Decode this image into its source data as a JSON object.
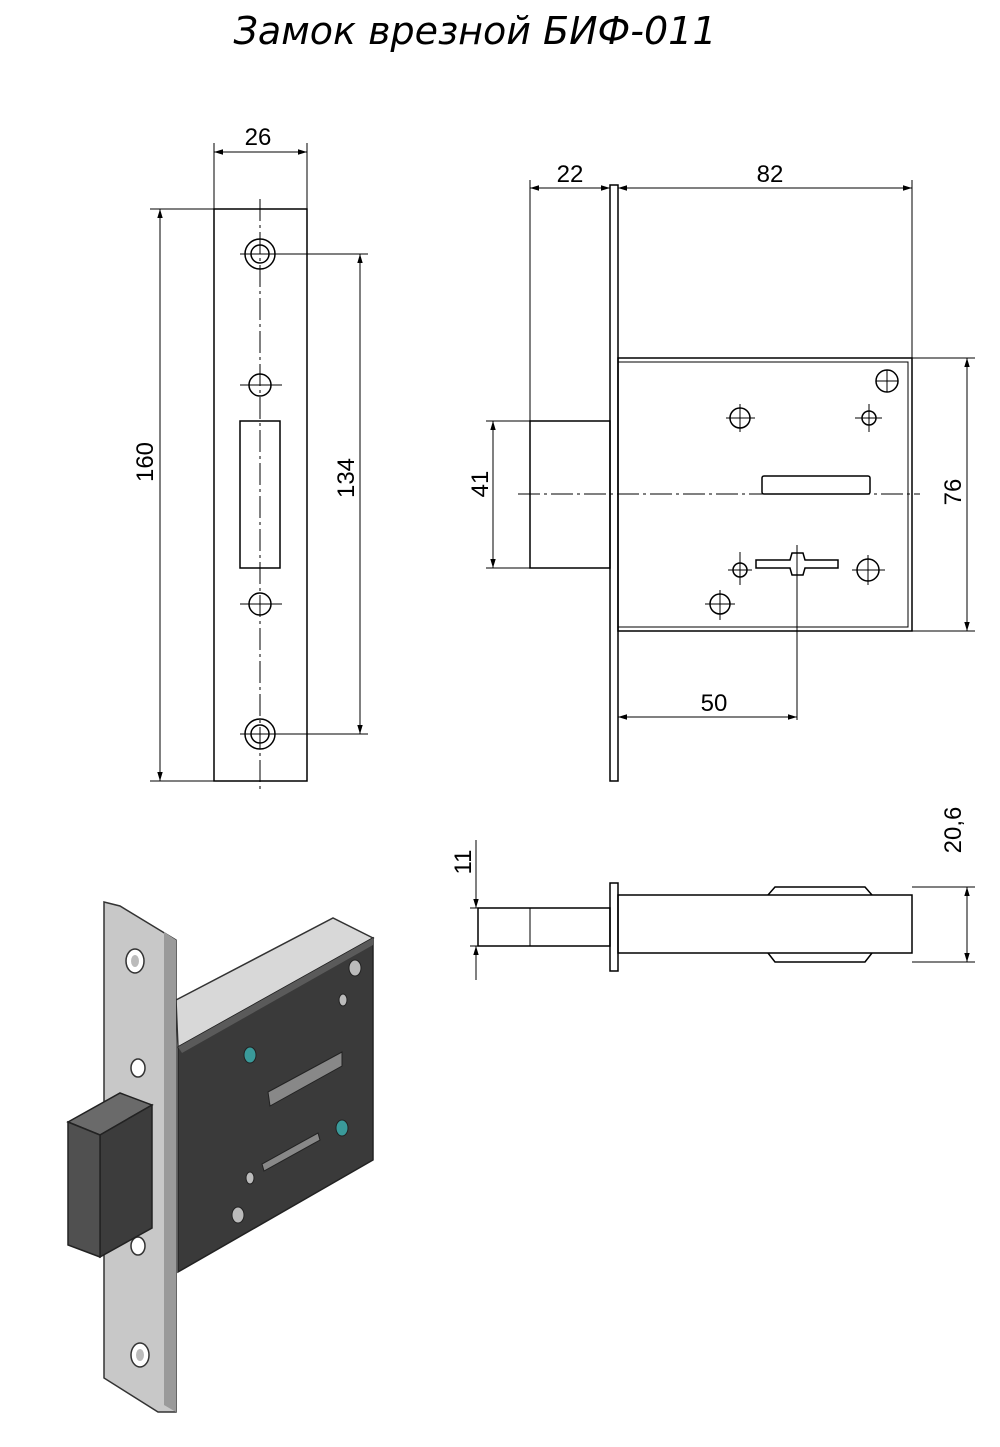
{
  "title": "Замок врезной БИФ-011",
  "dimensions": {
    "front_width": "26",
    "front_height": "160",
    "hole_spacing": "134",
    "backset": "22",
    "case_depth": "82",
    "bolt_offset": "41",
    "case_height": "76",
    "key_distance": "50",
    "bolt_thickness": "11",
    "case_thickness": "20,6"
  },
  "colors": {
    "line": "#000000",
    "faceplate": "#c8c8c8",
    "case_dark": "#3a3a3a",
    "bolt_dark": "#4a4a4a",
    "screw_teal": "#3a9a9a"
  }
}
